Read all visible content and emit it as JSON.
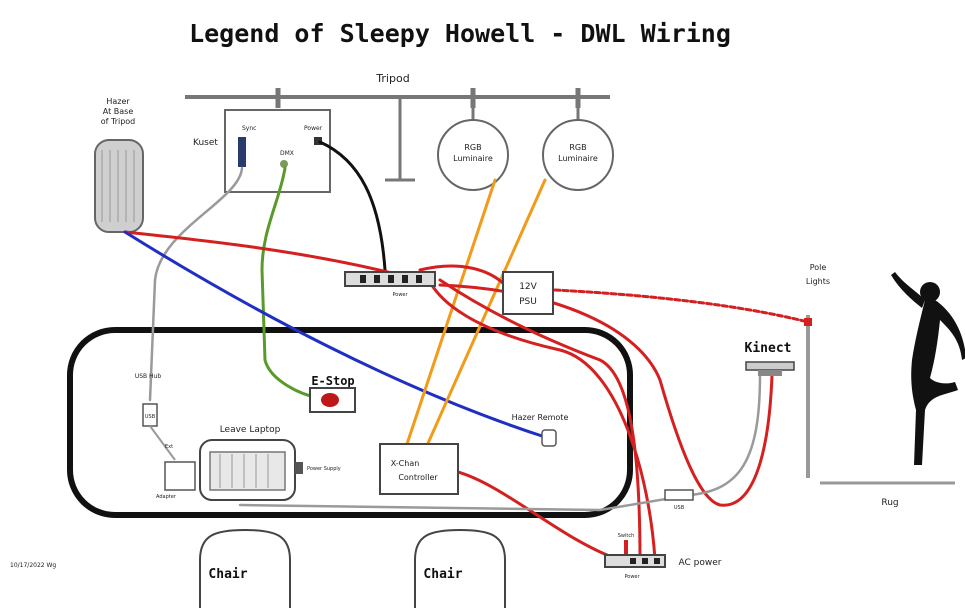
{
  "title": "Legend of Sleepy Howell - DWL Wiring",
  "labels": {
    "tripod": "Tripod",
    "hazer_line1": "Hazer",
    "hazer_line2": "At Base",
    "hazer_line3": "of Tripod",
    "kuset": "Kuset",
    "kuset_port1": "Sync",
    "kuset_port2": "DMX",
    "kuset_port3": "Power",
    "rgb1_line1": "RGB",
    "rgb1_line2": "Luminaire",
    "rgb2_line1": "RGB",
    "rgb2_line2": "Luminaire",
    "power_strip": "Power",
    "psu_line1": "12V",
    "psu_line2": "PSU",
    "pole_lights_line1": "Pole",
    "pole_lights_line2": "Lights",
    "kinect": "Kinect",
    "estop": "E-Stop",
    "hazer_remote": "Hazer Remote",
    "leave_laptop": "Leave Laptop",
    "laptop_power": "Power Supply",
    "controller_line1": "X-Chan",
    "controller_line2": "Controller",
    "usb_hub": "USB Hub",
    "usb_hub_small": "USB",
    "ext": "Ext",
    "adapter": "Adapter",
    "chair1": "Chair",
    "chair2": "Chair",
    "rug": "Rug",
    "ac_power": "AC power",
    "switch": "Switch",
    "footer": "10/17/2022 Wg"
  },
  "colors": {
    "red": "#d42020",
    "blue": "#1f2fc4",
    "green": "#5a9a2a",
    "orange": "#f29a1a",
    "black": "#111111",
    "gray": "#9a9a9a"
  }
}
